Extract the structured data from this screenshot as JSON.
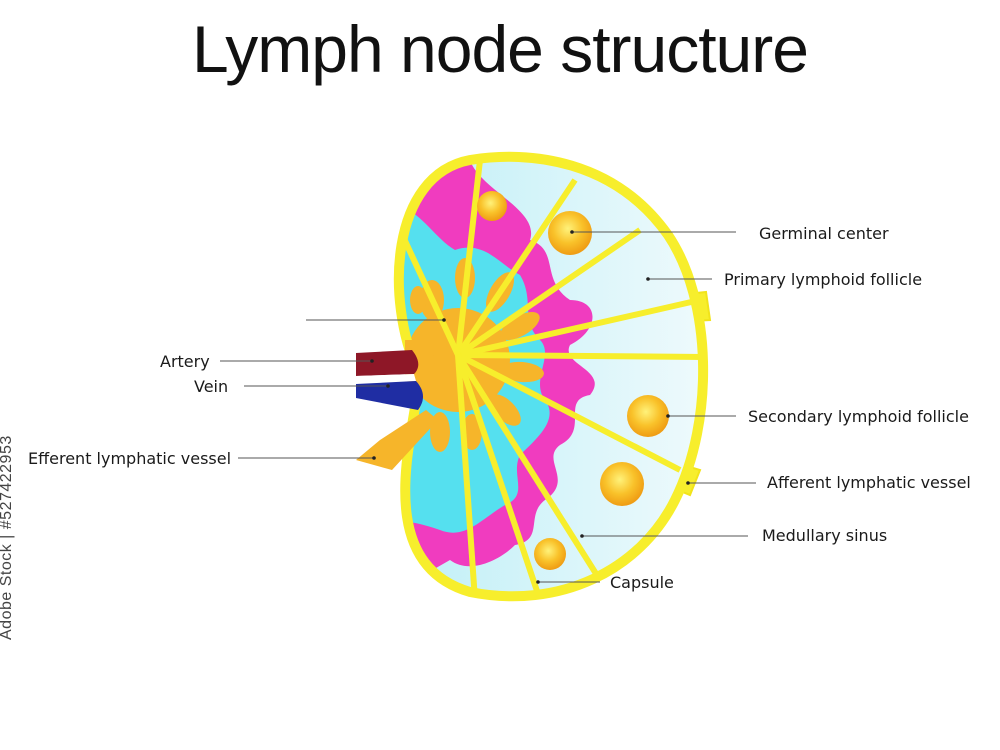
{
  "title": "Lymph node structure",
  "labels": {
    "germinal_center": "Germinal center",
    "primary_follicle": "Primary lymphoid follicle",
    "secondary_follicle": "Secondary lymphoid follicle",
    "afferent_vessel": "Afferent lymphatic vessel",
    "medullary_sinus": "Medullary sinus",
    "capsule": "Capsule",
    "artery": "Artery",
    "vein": "Vein",
    "efferent_vessel": "Efferent lymphatic vessel"
  },
  "watermark": "Adobe Stock | #527422953",
  "colors": {
    "capsule": "#f7ee2c",
    "cortex": "#e2f6fb",
    "medulla": "#55e0ef",
    "paracortex": "#f03cbf",
    "hilum": "#f6b52a",
    "follicle": "#f2b71a",
    "artery": "#8e1727",
    "vein": "#1f2da3"
  }
}
